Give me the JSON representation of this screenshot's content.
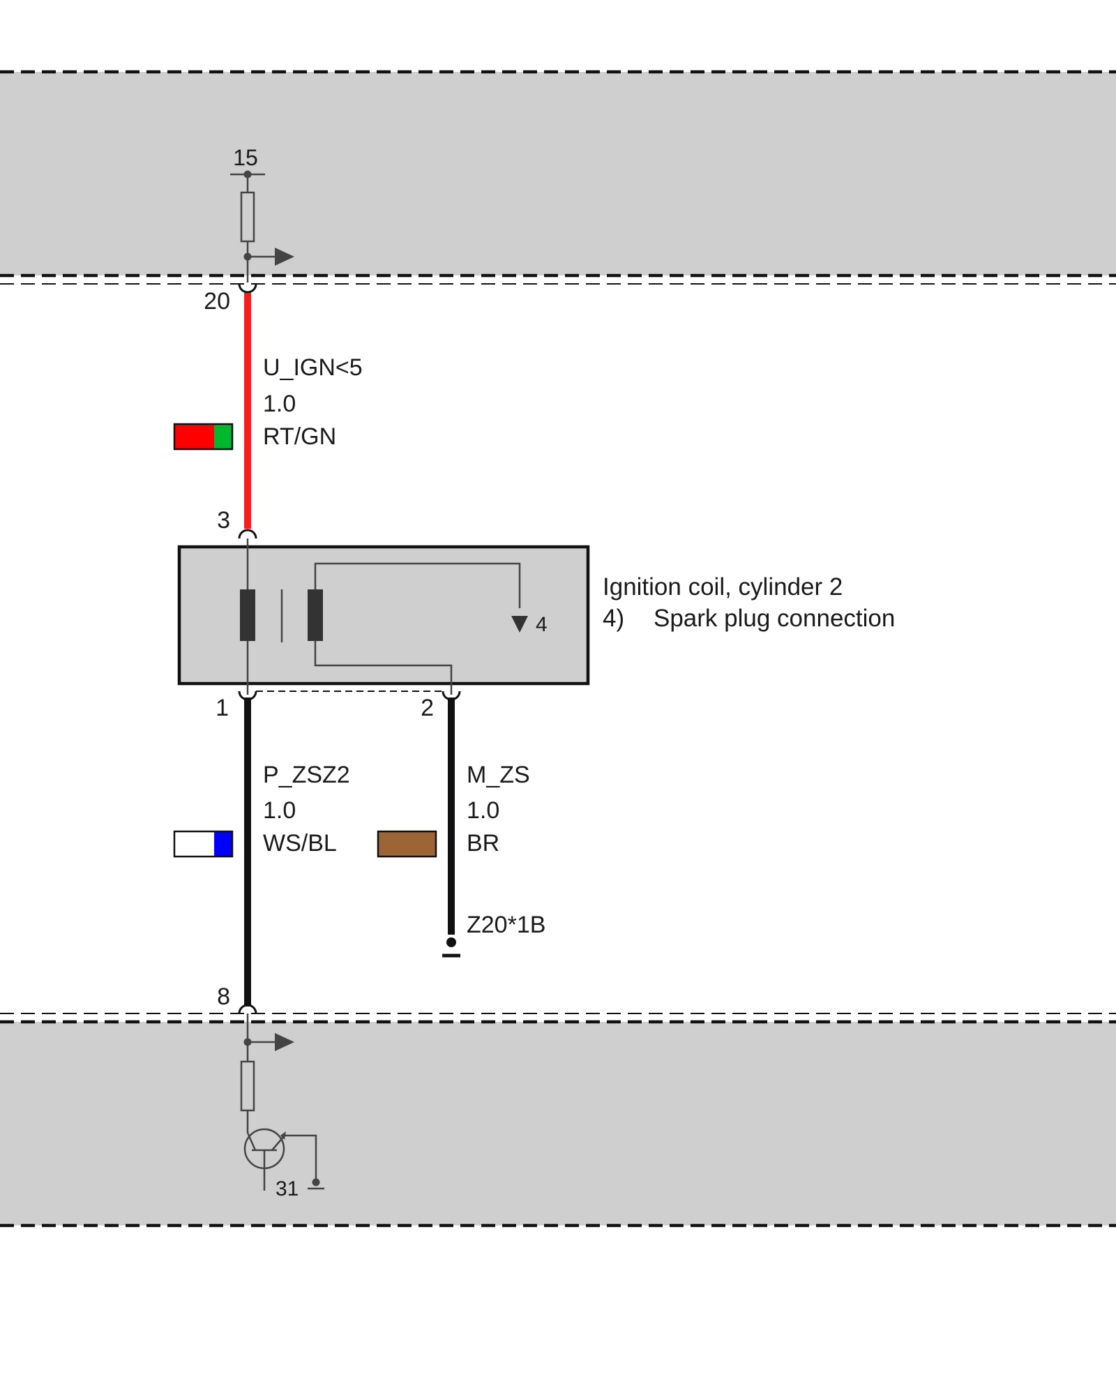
{
  "colors": {
    "module_fill": "#cfcfcf",
    "wire_red": "#ff1a1a",
    "wire_black": "#111111",
    "swatch_red": "#ff0000",
    "swatch_green": "#00b82e",
    "swatch_white": "#ffffff",
    "swatch_blue": "#0000ff",
    "swatch_brown": "#9c6535"
  },
  "top_module": {
    "terminal_label": "15",
    "pin_label": "20"
  },
  "wire_upper": {
    "signal": "U_IGN<5",
    "gauge": "1.0",
    "color_code": "RT/GN"
  },
  "coil": {
    "pin_in": "3",
    "pin_out_1": "1",
    "pin_out_2": "2",
    "pin_spark": "4",
    "title": "Ignition coil, cylinder 2",
    "note_num": "4)",
    "note_text": "Spark plug connection"
  },
  "wire_lower_left": {
    "signal": "P_ZSZ2",
    "gauge": "1.0",
    "color_code": "WS/BL"
  },
  "wire_lower_right": {
    "signal": "M_ZS",
    "gauge": "1.0",
    "color_code": "BR",
    "ground_label": "Z20*1B"
  },
  "bottom_module": {
    "pin_label": "8",
    "ground_terminal": "31"
  }
}
